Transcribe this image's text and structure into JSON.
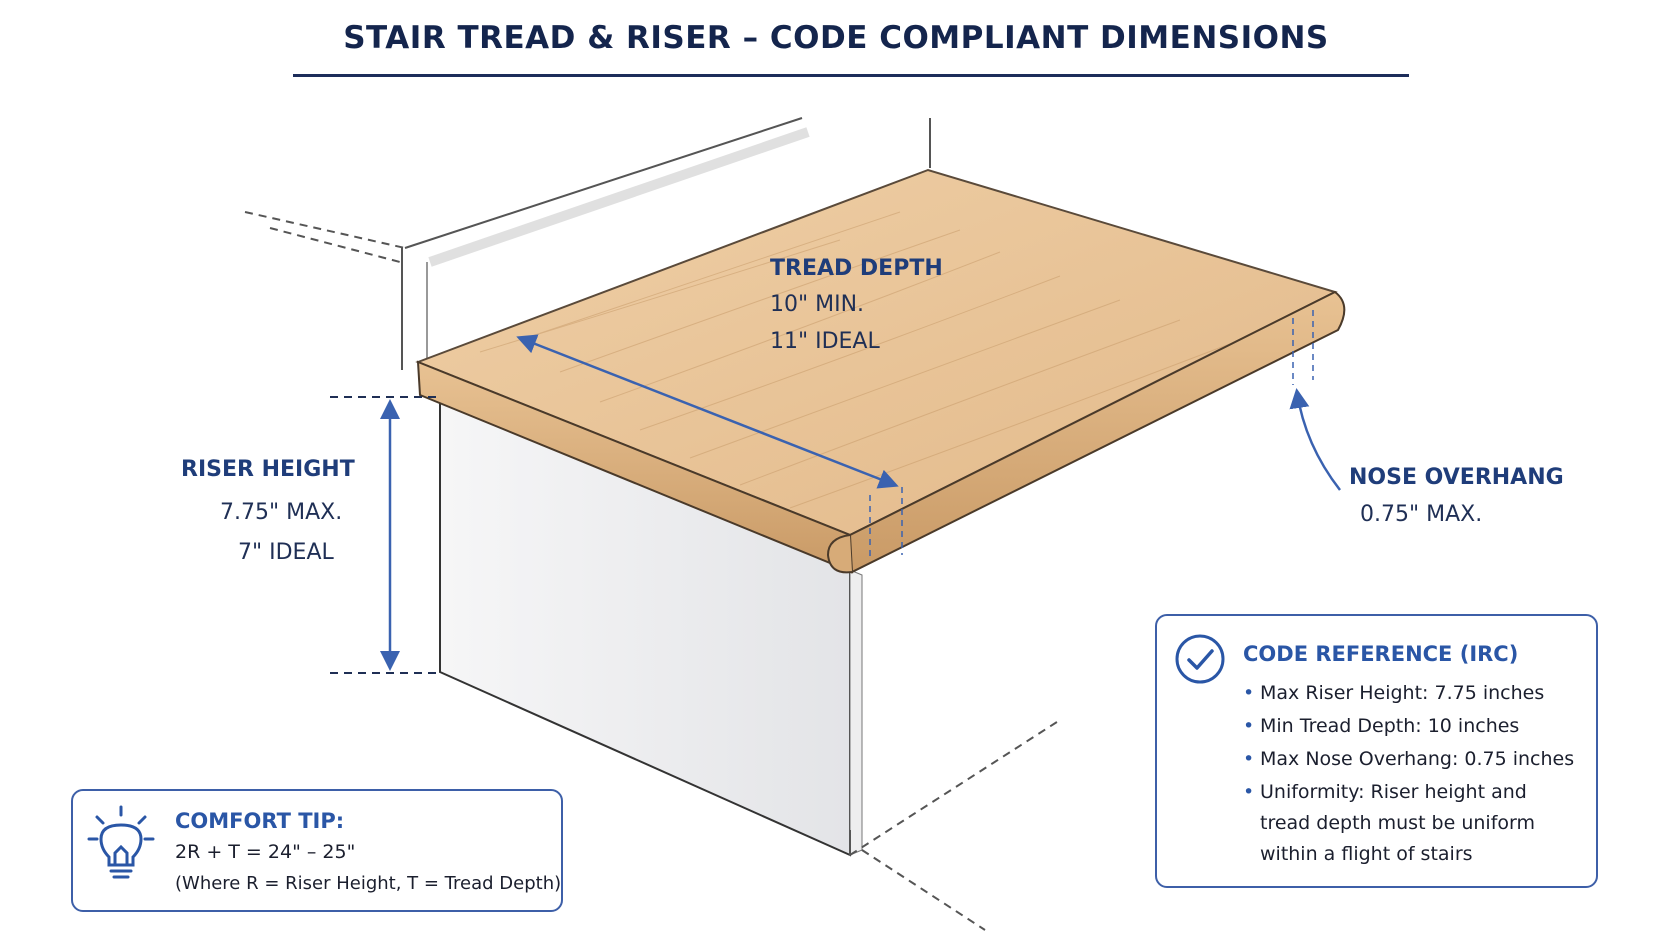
{
  "title": "STAIR TREAD & RISER – CODE COMPLIANT DIMENSIONS",
  "tread": {
    "label": "TREAD DEPTH",
    "min": "10\" MIN.",
    "ideal": "11\" IDEAL"
  },
  "riser": {
    "label": "RISER HEIGHT",
    "max": "7.75\" MAX.",
    "ideal": "7\" IDEAL"
  },
  "nose": {
    "label": "NOSE OVERHANG",
    "max": "0.75\" MAX."
  },
  "comfort_tip": {
    "icon": "lightbulb-icon",
    "title": "COMFORT TIP:",
    "formula": "2R + T = 24\" – 25\"",
    "note": "(Where R = Riser Height, T = Tread Depth)"
  },
  "code_reference": {
    "icon": "checkmark-circle-icon",
    "title": "CODE REFERENCE (IRC)",
    "items": [
      "Max Riser Height: 7.75 inches",
      "Min Tread Depth: 10 inches",
      "Max Nose Overhang: 0.75 inches",
      "Uniformity: Riser height and",
      "tread depth must be uniform",
      "within a flight of stairs"
    ]
  },
  "colors": {
    "accent": "#2a56a6",
    "dimension_line": "#3a62b0",
    "wood": "#e8c49a",
    "title": "#14254d"
  }
}
